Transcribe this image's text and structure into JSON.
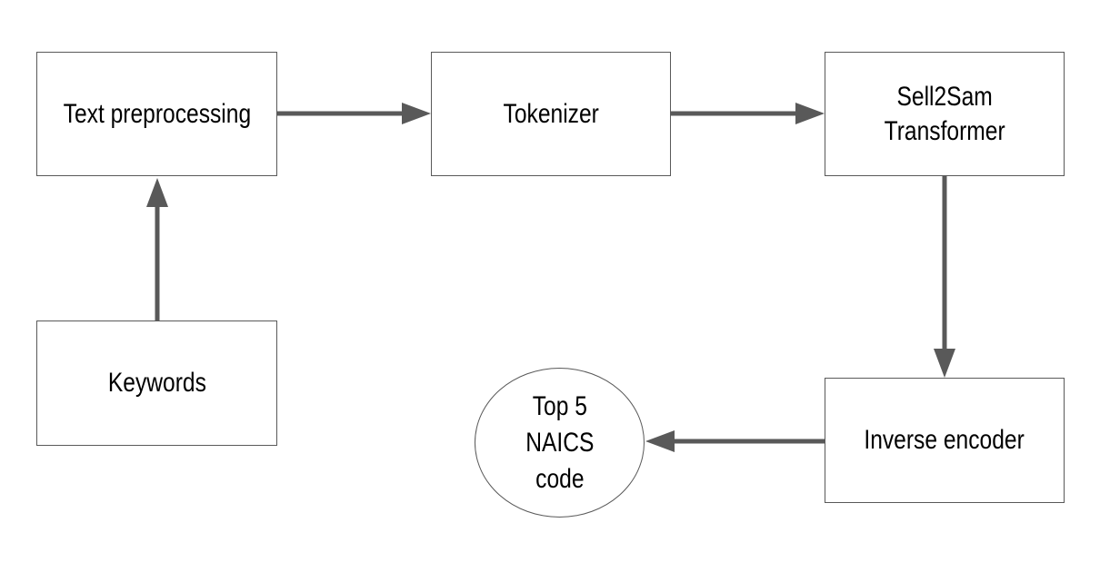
{
  "diagram": {
    "nodes": {
      "text_preprocessing": "Text preprocessing",
      "tokenizer": "Tokenizer",
      "sell2sam_transformer": "Sell2Sam\nTransformer",
      "keywords": "Keywords",
      "inverse_encoder": "Inverse encoder",
      "output": "Top 5\nNAICS\ncode"
    },
    "edges": [
      {
        "from": "keywords",
        "to": "text_preprocessing"
      },
      {
        "from": "text_preprocessing",
        "to": "tokenizer"
      },
      {
        "from": "tokenizer",
        "to": "sell2sam_transformer"
      },
      {
        "from": "sell2sam_transformer",
        "to": "inverse_encoder"
      },
      {
        "from": "inverse_encoder",
        "to": "output"
      }
    ],
    "colors": {
      "arrow": "#595959",
      "border": "#595959",
      "text": "#000000",
      "background": "#ffffff"
    }
  }
}
